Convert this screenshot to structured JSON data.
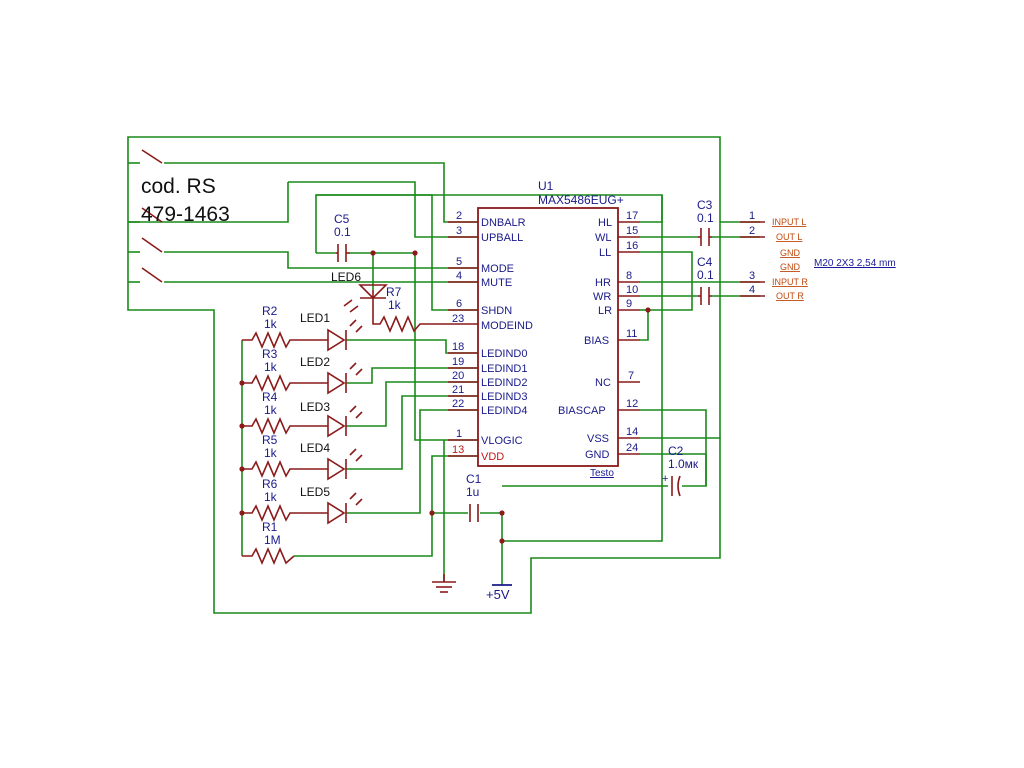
{
  "note": {
    "line1": "cod. RS",
    "line2": "479-1463"
  },
  "chip": {
    "ref": "U1",
    "part": "MAX5486EUG+",
    "left_pins": [
      {
        "num": "2",
        "name": "DNBALR"
      },
      {
        "num": "3",
        "name": "UPBALL"
      },
      {
        "num": "5",
        "name": "MODE"
      },
      {
        "num": "4",
        "name": "MUTE"
      },
      {
        "num": "6",
        "name": "SHDN"
      },
      {
        "num": "23",
        "name": "MODEIND"
      },
      {
        "num": "18",
        "name": "LEDIND0"
      },
      {
        "num": "19",
        "name": "LEDIND1"
      },
      {
        "num": "20",
        "name": "LEDIND2"
      },
      {
        "num": "21",
        "name": "LEDIND3"
      },
      {
        "num": "22",
        "name": "LEDIND4"
      },
      {
        "num": "1",
        "name": "VLOGIC"
      },
      {
        "num": "13",
        "name": "VDD"
      }
    ],
    "right_pins": [
      {
        "num": "17",
        "name": "HL"
      },
      {
        "num": "15",
        "name": "WL"
      },
      {
        "num": "16",
        "name": "LL"
      },
      {
        "num": "8",
        "name": "HR"
      },
      {
        "num": "10",
        "name": "WR"
      },
      {
        "num": "9",
        "name": "LR"
      },
      {
        "num": "11",
        "name": "BIAS"
      },
      {
        "num": "7",
        "name": "NC"
      },
      {
        "num": "12",
        "name": "BIASCAP"
      },
      {
        "num": "14",
        "name": "VSS"
      },
      {
        "num": "24",
        "name": "GND"
      }
    ],
    "link": "Testo"
  },
  "components": {
    "c5": {
      "ref": "C5",
      "value": "0.1"
    },
    "c3": {
      "ref": "C3",
      "value": "0.1"
    },
    "c4": {
      "ref": "C4",
      "value": "0.1"
    },
    "c1": {
      "ref": "C1",
      "value": "1u"
    },
    "c2": {
      "ref": "C2",
      "value": "1.0мк"
    },
    "r7": {
      "ref": "R7",
      "value": "1k"
    },
    "r2": {
      "ref": "R2",
      "value": "1k"
    },
    "r3": {
      "ref": "R3",
      "value": "1k"
    },
    "r4": {
      "ref": "R4",
      "value": "1k"
    },
    "r5": {
      "ref": "R5",
      "value": "1k"
    },
    "r6": {
      "ref": "R6",
      "value": "1k"
    },
    "r1": {
      "ref": "R1",
      "value": "1M"
    },
    "led6": "LED6",
    "led1": "LED1",
    "led2": "LED2",
    "led3": "LED3",
    "led4": "LED4",
    "led5": "LED5"
  },
  "connector": {
    "pins": [
      {
        "num": "1",
        "label": "INPUT L"
      },
      {
        "num": "2",
        "label": "OUT L"
      },
      {
        "num": "3",
        "label": "INPUT R"
      },
      {
        "num": "4",
        "label": "OUT R"
      }
    ],
    "gnd1": "GND",
    "gnd2": "GND",
    "part": "M20 2X3 2,54 mm"
  },
  "power": {
    "supply": "+5V"
  },
  "colors": {
    "wire": "#1a8a1a",
    "component": "#8b1a1a",
    "label": "#1a1a8a",
    "vdd": "#c01818",
    "connector_label": "#c04a10"
  }
}
